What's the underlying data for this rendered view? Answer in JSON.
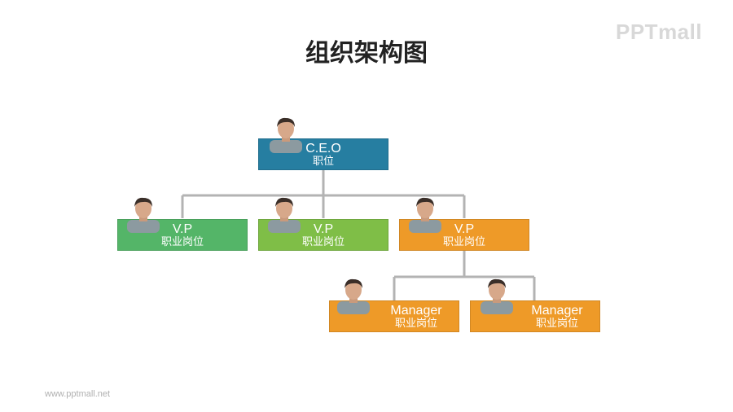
{
  "header": {
    "title": "组织架构图",
    "brand_logo": "PPTmall",
    "footer_url": "www.pptmall.net"
  },
  "colors": {
    "ceo": "#267ea1",
    "vp_green_1": "#54b568",
    "vp_green_2": "#7fbe47",
    "orange": "#ee9a28",
    "connector": "#b3b3b3"
  },
  "org": {
    "ceo": {
      "role": "C.E.O",
      "post": "职位",
      "avatar": "person-photo"
    },
    "vps": [
      {
        "role": "V.P",
        "post": "职业岗位",
        "avatar": "person-photo"
      },
      {
        "role": "V.P",
        "post": "职业岗位",
        "avatar": "person-photo"
      },
      {
        "role": "V.P",
        "post": "职业岗位",
        "avatar": "person-photo"
      }
    ],
    "managers": [
      {
        "role": "Manager",
        "post": "职业岗位",
        "avatar": "person-photo"
      },
      {
        "role": "Manager",
        "post": "职业岗位",
        "avatar": "person-photo"
      }
    ]
  }
}
